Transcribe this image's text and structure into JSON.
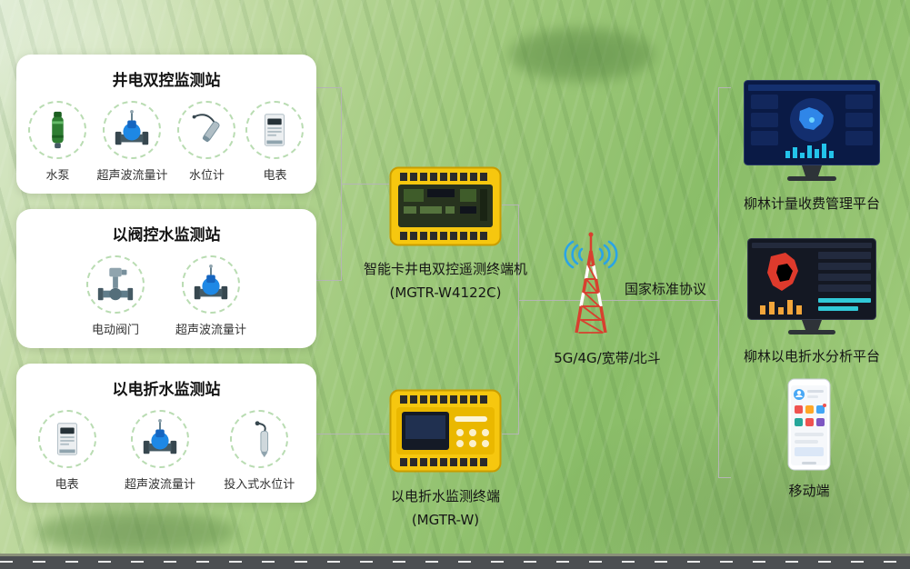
{
  "stations": [
    {
      "title": "井电双控监测站",
      "devices": [
        {
          "label": "水泵",
          "icon": "water-pump"
        },
        {
          "label": "超声波流量计",
          "icon": "ultrasonic-flowmeter"
        },
        {
          "label": "水位计",
          "icon": "water-level-gauge"
        },
        {
          "label": "电表",
          "icon": "electric-meter"
        }
      ]
    },
    {
      "title": "以阀控水监测站",
      "devices": [
        {
          "label": "电动阀门",
          "icon": "electric-valve"
        },
        {
          "label": "超声波流量计",
          "icon": "ultrasonic-flowmeter"
        }
      ]
    },
    {
      "title": "以电折水监测站",
      "devices": [
        {
          "label": "电表",
          "icon": "electric-meter"
        },
        {
          "label": "超声波流量计",
          "icon": "ultrasonic-flowmeter"
        },
        {
          "label": "投入式水位计",
          "icon": "submersible-level-gauge"
        }
      ]
    }
  ],
  "terminals": [
    {
      "name": "智能卡井电双控遥测终端机",
      "model": "(MGTR-W4122C)",
      "icon": "telemetry-terminal"
    },
    {
      "name": "以电折水监测终端",
      "model": "(MGTR-W)",
      "icon": "monitoring-terminal"
    }
  ],
  "network": {
    "protocol_label": "国家标准协议",
    "channels_label": "5G/4G/宽带/北斗",
    "tower_icon": "communication-tower",
    "signal_icon": "wifi-signal"
  },
  "platforms": [
    {
      "label": "柳林计量收费管理平台",
      "device": "desktop-monitor"
    },
    {
      "label": "柳林以电折水分析平台",
      "device": "desktop-monitor"
    },
    {
      "label": "移动端",
      "device": "smartphone"
    }
  ],
  "colors": {
    "terminal_yellow": "#f6c70f",
    "tower_red": "#d8402f",
    "signal_blue": "#2aa4e6",
    "circle_border_green": "#b9dcb2",
    "connector_gray": "#b5b5b5"
  }
}
